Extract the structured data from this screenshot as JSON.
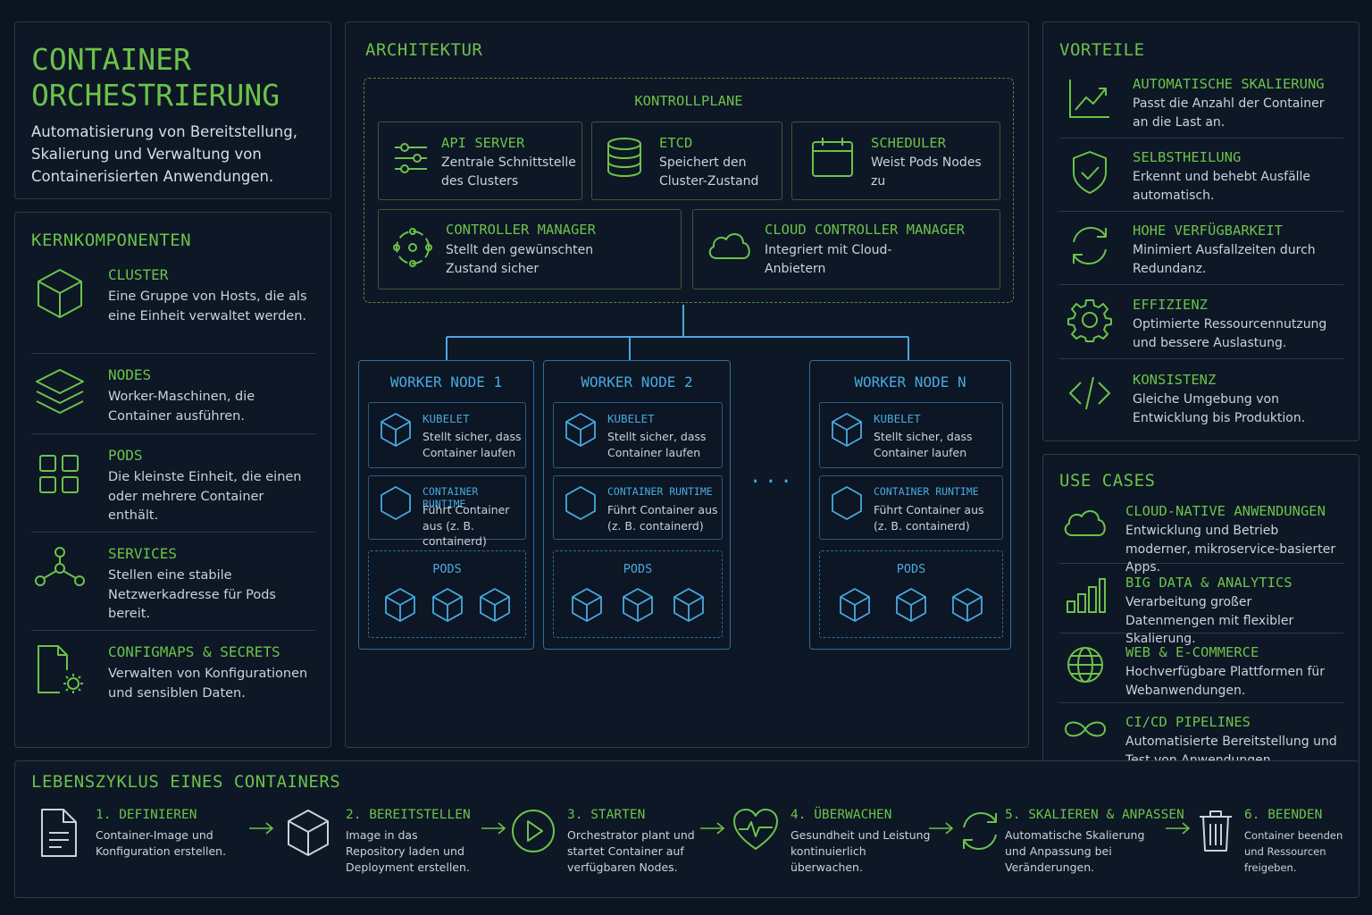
{
  "header": {
    "title": "CONTAINER ORCHESTRIERUNG",
    "subtitle": "Automatisierung von Bereitstellung, Skalierung und Verwaltung von Containerisierten Anwendungen."
  },
  "kern": {
    "title": "KERNKOMPONENTEN",
    "items": [
      {
        "name": "CLUSTER",
        "desc": "Eine Gruppe von Hosts, die als eine Einheit verwaltet werden.",
        "icon": "cube-icon"
      },
      {
        "name": "NODES",
        "desc": "Worker-Maschinen, die Container ausführen.",
        "icon": "layers-icon"
      },
      {
        "name": "PODS",
        "desc": "Die kleinste Einheit, die einen oder mehrere Container enthält.",
        "icon": "grid-icon"
      },
      {
        "name": "SERVICES",
        "desc": "Stellen eine stabile Netzwerkadresse für Pods bereit.",
        "icon": "network-icon"
      },
      {
        "name": "CONFIGMAPS & SECRETS",
        "desc": "Verwalten von Konfigurationen und sensiblen Daten.",
        "icon": "config-file-icon"
      }
    ]
  },
  "arch": {
    "title": "ARCHITEKTUR",
    "control_plane": {
      "title": "KONTROLLPLANE",
      "components": [
        {
          "name": "API SERVER",
          "desc": "Zentrale Schnittstelle des Clusters",
          "icon": "sliders-icon"
        },
        {
          "name": "ETCD",
          "desc": "Speichert den Cluster-Zustand",
          "icon": "database-icon"
        },
        {
          "name": "SCHEDULER",
          "desc": "Weist Pods Nodes zu",
          "icon": "calendar-icon"
        },
        {
          "name": "CONTROLLER MANAGER",
          "desc": "Stellt den gewünschten Zustand sicher",
          "icon": "target-icon"
        },
        {
          "name": "CLOUD CONTROLLER MANAGER",
          "desc": "Integriert mit Cloud-Anbietern",
          "icon": "cloud-icon"
        }
      ]
    },
    "workers": [
      {
        "title": "WORKER NODE 1"
      },
      {
        "title": "WORKER NODE 2"
      },
      {
        "title": "WORKER NODE N"
      }
    ],
    "worker_parts": {
      "kubelet_name": "KUBELET",
      "kubelet_desc": "Stellt sicher, dass Container laufen",
      "runtime_name": "CONTAINER RUNTIME",
      "runtime_desc": "Führt Container aus (z. B. containerd)",
      "pods_label": "PODS"
    },
    "ellipsis": "..."
  },
  "vorteile": {
    "title": "VORTEILE",
    "items": [
      {
        "name": "AUTOMATISCHE SKALIERUNG",
        "desc": "Passt die Anzahl der Container an die Last an.",
        "icon": "chart-up-icon"
      },
      {
        "name": "SELBSTHEILUNG",
        "desc": "Erkennt und behebt Ausfälle automatisch.",
        "icon": "shield-check-icon"
      },
      {
        "name": "HOHE VERFÜGBARKEIT",
        "desc": "Minimiert Ausfallzeiten durch Redundanz.",
        "icon": "refresh-icon"
      },
      {
        "name": "EFFIZIENZ",
        "desc": "Optimierte Ressourcennutzung und bessere Auslastung.",
        "icon": "gear-icon"
      },
      {
        "name": "KONSISTENZ",
        "desc": "Gleiche Umgebung von Entwicklung bis Produktion.",
        "icon": "code-icon"
      }
    ]
  },
  "usecases": {
    "title": "USE CASES",
    "items": [
      {
        "name": "CLOUD-NATIVE ANWENDUNGEN",
        "desc": "Entwicklung und Betrieb moderner, mikroservice-basierter Apps.",
        "icon": "cloud-icon"
      },
      {
        "name": "BIG DATA & ANALYTICS",
        "desc": "Verarbeitung großer Datenmengen mit flexibler Skalierung.",
        "icon": "bar-chart-icon"
      },
      {
        "name": "WEB & E-COMMERCE",
        "desc": "Hochverfügbare Plattformen für Webanwendungen.",
        "icon": "globe-icon"
      },
      {
        "name": "CI/CD PIPELINES",
        "desc": "Automatisierte Bereitstellung und Test von Anwendungen.",
        "icon": "infinity-icon"
      }
    ]
  },
  "lifecycle": {
    "title": "LEBENSZYKLUS EINES CONTAINERS",
    "steps": [
      {
        "name": "1. DEFINIEREN",
        "desc": "Container-Image und Konfiguration erstellen.",
        "icon": "document-icon"
      },
      {
        "name": "2. BEREITSTELLEN",
        "desc": "Image in das Repository laden und Deployment erstellen.",
        "icon": "cube-icon"
      },
      {
        "name": "3. STARTEN",
        "desc": "Orchestrator plant und startet Container auf verfügbaren Nodes.",
        "icon": "play-icon"
      },
      {
        "name": "4. ÜBERWACHEN",
        "desc": "Gesundheit und Leistung kontinuierlich überwachen.",
        "icon": "heartbeat-icon"
      },
      {
        "name": "5. SKALIEREN & ANPASSEN",
        "desc": "Automatische Skalierung und Anpassung bei Veränderungen.",
        "icon": "refresh-icon"
      },
      {
        "name": "6. BEENDEN",
        "desc": "Container beenden und Ressourcen freigeben.",
        "icon": "trash-icon"
      }
    ]
  },
  "colors": {
    "green": "#6cc24a",
    "blue": "#49a9e0",
    "background": "#0b1421",
    "border": "#2a3a4c"
  }
}
